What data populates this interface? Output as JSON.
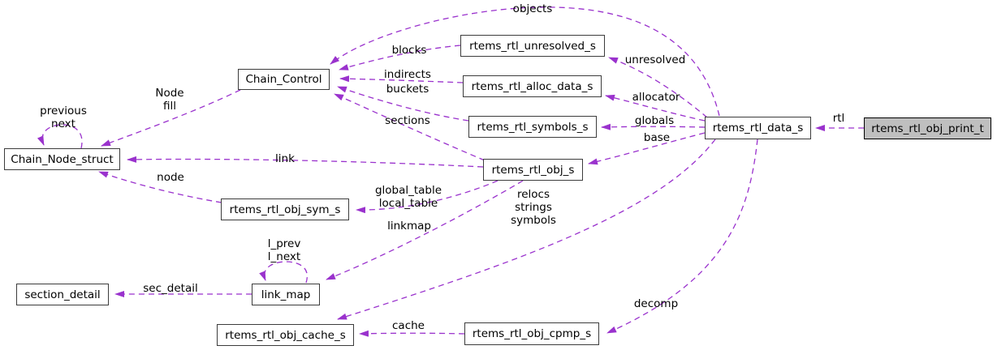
{
  "diagram": {
    "type": "doxygen-collaboration-diagram",
    "focus_node": "rtems_rtl_obj_print_t",
    "colors": {
      "edge": "#9a32cd",
      "node_border": "#3c3c3c",
      "node_fill": "#ffffff",
      "focus_fill": "#bfbfbf",
      "text": "#000000",
      "background": "#ffffff"
    },
    "nodes": [
      {
        "id": "chain-node-struct",
        "label": "Chain_Node_struct"
      },
      {
        "id": "chain-control",
        "label": "Chain_Control"
      },
      {
        "id": "rtems-rtl-unresolved-s",
        "label": "rtems_rtl_unresolved_s"
      },
      {
        "id": "rtems-rtl-alloc-data-s",
        "label": "rtems_rtl_alloc_data_s"
      },
      {
        "id": "rtems-rtl-symbols-s",
        "label": "rtems_rtl_symbols_s"
      },
      {
        "id": "rtems-rtl-data-s",
        "label": "rtems_rtl_data_s"
      },
      {
        "id": "rtems-rtl-obj-print-t",
        "label": "rtems_rtl_obj_print_t",
        "highlighted": true
      },
      {
        "id": "rtems-rtl-obj-s",
        "label": "rtems_rtl_obj_s"
      },
      {
        "id": "rtems-rtl-obj-sym-s",
        "label": "rtems_rtl_obj_sym_s"
      },
      {
        "id": "link-map",
        "label": "link_map"
      },
      {
        "id": "section-detail",
        "label": "section_detail"
      },
      {
        "id": "rtems-rtl-obj-cache-s",
        "label": "rtems_rtl_obj_cache_s"
      },
      {
        "id": "rtems-rtl-obj-cpmp-s",
        "label": "rtems_rtl_obj_cpmp_s"
      }
    ],
    "edges": [
      {
        "from": "rtems_rtl_data_s",
        "to": "Chain_Control",
        "label": "objects"
      },
      {
        "from": "rtems_rtl_unresolved_s",
        "to": "Chain_Control",
        "label": "blocks"
      },
      {
        "from": "rtems_rtl_alloc_data_s",
        "to": "Chain_Control",
        "label": "indirects"
      },
      {
        "from": "rtems_rtl_symbols_s",
        "to": "Chain_Control",
        "label": "buckets"
      },
      {
        "from": "rtems_rtl_obj_s",
        "to": "Chain_Control",
        "label": "sections"
      },
      {
        "from": "rtems_rtl_data_s",
        "to": "rtems_rtl_unresolved_s",
        "label": "unresolved"
      },
      {
        "from": "rtems_rtl_data_s",
        "to": "rtems_rtl_alloc_data_s",
        "label": "allocator"
      },
      {
        "from": "rtems_rtl_data_s",
        "to": "rtems_rtl_symbols_s",
        "label": "globals"
      },
      {
        "from": "rtems_rtl_data_s",
        "to": "rtems_rtl_obj_s",
        "label": "base"
      },
      {
        "from": "rtems_rtl_obj_print_t",
        "to": "rtems_rtl_data_s",
        "label": "rtl"
      },
      {
        "from": "Chain_Control",
        "to": "Chain_Node_struct",
        "label": "Node\nfill"
      },
      {
        "from": "Chain_Node_struct",
        "to": "Chain_Node_struct",
        "label": "previous\nnext"
      },
      {
        "from": "rtems_rtl_obj_s",
        "to": "Chain_Node_struct",
        "label": "link"
      },
      {
        "from": "rtems_rtl_obj_sym_s",
        "to": "Chain_Node_struct",
        "label": "node"
      },
      {
        "from": "rtems_rtl_obj_s",
        "to": "rtems_rtl_obj_sym_s",
        "label": "global_table\nlocal_table"
      },
      {
        "from": "rtems_rtl_obj_s",
        "to": "link_map",
        "label": "linkmap"
      },
      {
        "from": "rtems_rtl_data_s",
        "to": "rtems_rtl_obj_cache_s",
        "label": "relocs\nstrings\nsymbols"
      },
      {
        "from": "link_map",
        "to": "link_map",
        "label": "l_prev\nl_next"
      },
      {
        "from": "link_map",
        "to": "section_detail",
        "label": "sec_detail"
      },
      {
        "from": "rtems_rtl_data_s",
        "to": "rtems_rtl_obj_cpmp_s",
        "label": "decomp"
      },
      {
        "from": "rtems_rtl_obj_cpmp_s",
        "to": "rtems_rtl_obj_cache_s",
        "label": "cache"
      }
    ]
  }
}
